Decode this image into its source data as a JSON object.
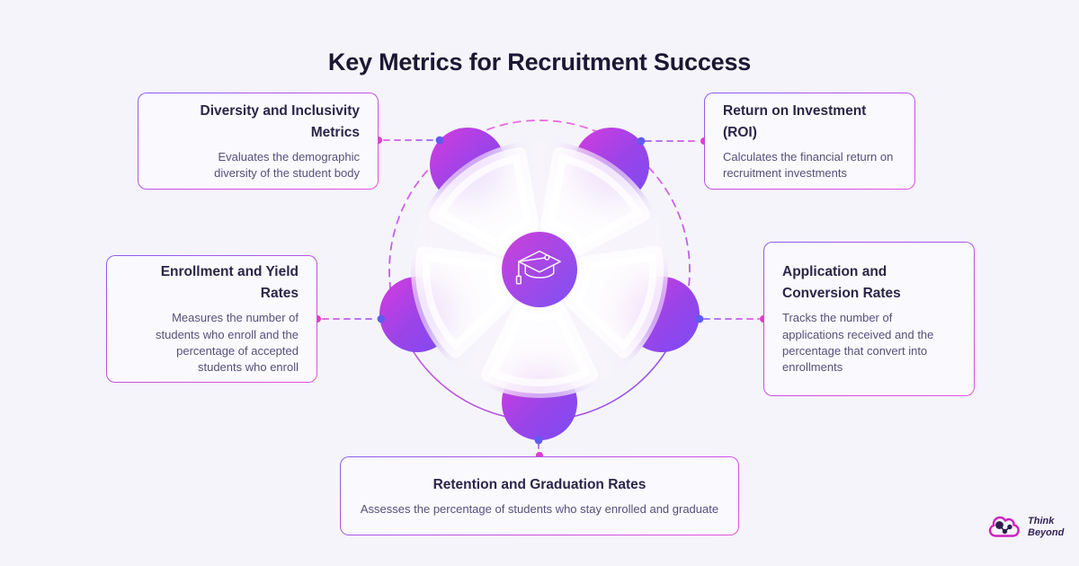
{
  "title": "Key Metrics for Recruitment Success",
  "cards": {
    "diversity": {
      "title": "Diversity and Inclusivity Metrics",
      "description": "Evaluates the demographic diversity of the student body"
    },
    "roi": {
      "title": "Return on Investment (ROI)",
      "description": "Calculates the financial return on recruitment investments"
    },
    "enrollment": {
      "title": "Enrollment and Yield Rates",
      "description": "Measures the number of students who enroll and the percentage of accepted students who enroll"
    },
    "application": {
      "title": "Application and Conversion Rates",
      "description": "Tracks the number of applications received and the percentage that convert into enrollments"
    },
    "retention": {
      "title": "Retention and Graduation Rates",
      "description": "Assesses the percentage of students who stay enrolled and graduate"
    }
  },
  "center_icon": "graduation-cap",
  "brand": {
    "line1": "Think",
    "line2": "Beyond"
  },
  "colors": {
    "background": "#f5f4fa",
    "title_text": "#1b1733",
    "card_title_text": "#2c2549",
    "card_description_text": "#55507a",
    "card_border_from": "#8a5cf0",
    "card_border_to": "#e052dd",
    "petal_magenta": "#d03cdf",
    "petal_violet": "#7d4bf2",
    "connector_pink_dot": "#e23bd0",
    "connector_purple_dot": "#5f5cf2",
    "brand_magenta": "#cf21bb",
    "brand_navy": "#332254"
  }
}
